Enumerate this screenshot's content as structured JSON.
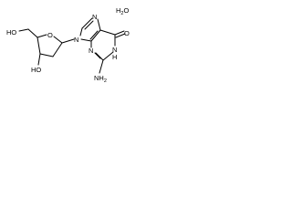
{
  "molecule": {
    "water": {
      "main": "H",
      "sub": "2",
      "tail": "O"
    },
    "atoms": {
      "hydroxymethyl_o": "HO",
      "ring_o": "O",
      "hydroxyl_3": "HO",
      "n9": "N",
      "n7": "N",
      "n1": "N",
      "n1_h": "H",
      "n3": "N",
      "carbonyl_o": "O",
      "amino": "NH",
      "amino_sub": "2"
    }
  }
}
